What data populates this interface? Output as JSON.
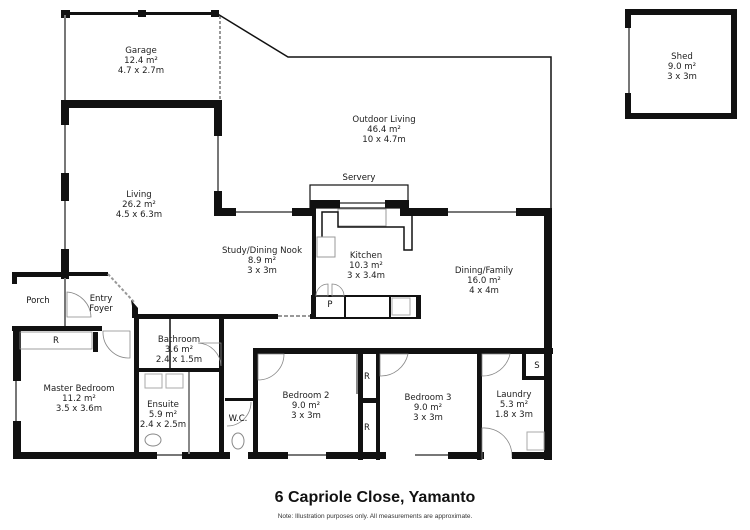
{
  "plan": {
    "title": "6 Capriole Close, Yamanto",
    "note": "Note: Illustration purposes only. All measurements are approximate.",
    "rooms": [
      {
        "name": "Garage",
        "area": "12.4 m²",
        "dims": "4.7 x 2.7m"
      },
      {
        "name": "Outdoor Living",
        "area": "46.4 m²",
        "dims": "10 x 4.7m"
      },
      {
        "name": "Shed",
        "area": "9.0 m²",
        "dims": "3 x 3m"
      },
      {
        "name": "Living",
        "area": "26.2 m²",
        "dims": "4.5 x 6.3m"
      },
      {
        "name": "Study/Dining Nook",
        "area": "8.9 m²",
        "dims": "3 x 3m"
      },
      {
        "name": "Kitchen",
        "area": "10.3 m²",
        "dims": "3 x 3.4m"
      },
      {
        "name": "Dining/Family",
        "area": "16.0 m²",
        "dims": "4 x 4m"
      },
      {
        "name": "Bathroom",
        "area": "3.6 m²",
        "dims": "2.4 x 1.5m"
      },
      {
        "name": "Master Bedroom",
        "area": "11.2 m²",
        "dims": "3.5 x 3.6m"
      },
      {
        "name": "Ensuite",
        "area": "5.9 m²",
        "dims": "2.4 x 2.5m"
      },
      {
        "name": "Bedroom 2",
        "area": "9.0 m²",
        "dims": "3 x 3m"
      },
      {
        "name": "Bedroom 3",
        "area": "9.0 m²",
        "dims": "3 x 3m"
      },
      {
        "name": "Laundry",
        "area": "5.3 m²",
        "dims": "1.8 x 3m"
      }
    ],
    "minor_labels": {
      "servery": "Servery",
      "porch": "Porch",
      "entry_foyer_1": "Entry",
      "entry_foyer_2": "Foyer",
      "wc": "W.C.",
      "pantry": "P",
      "robe_master": "R",
      "robe_bed2": "R",
      "robe_bed3": "R",
      "storage": "S"
    }
  }
}
